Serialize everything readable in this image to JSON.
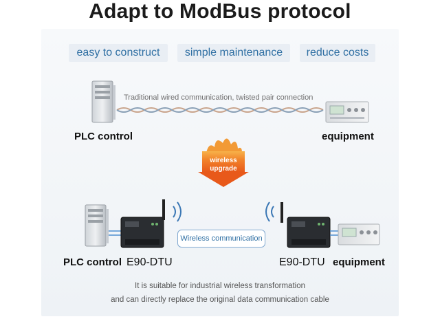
{
  "title": "Adapt to ModBus protocol",
  "tags": [
    "easy to construct",
    "simple maintenance",
    "reduce costs"
  ],
  "wired": {
    "caption": "Traditional wired communication, twisted pair connection",
    "left_label": "PLC control",
    "right_label": "equipment"
  },
  "upgrade": {
    "line1": "wireless",
    "line2": "upgrade"
  },
  "wireless": {
    "left_label": "PLC control",
    "left_device": "E90-DTU",
    "link_label": "Wireless communication",
    "right_device": "E90-DTU",
    "right_label": "equipment"
  },
  "footer": {
    "line1": "It is suitable for industrial wireless transformation",
    "line2": "and can directly replace the original data communication cable"
  },
  "colors": {
    "accent_blue": "#2f6fa3",
    "flame_orange": "#e8591a",
    "tag_bg": "#e9eef4"
  }
}
